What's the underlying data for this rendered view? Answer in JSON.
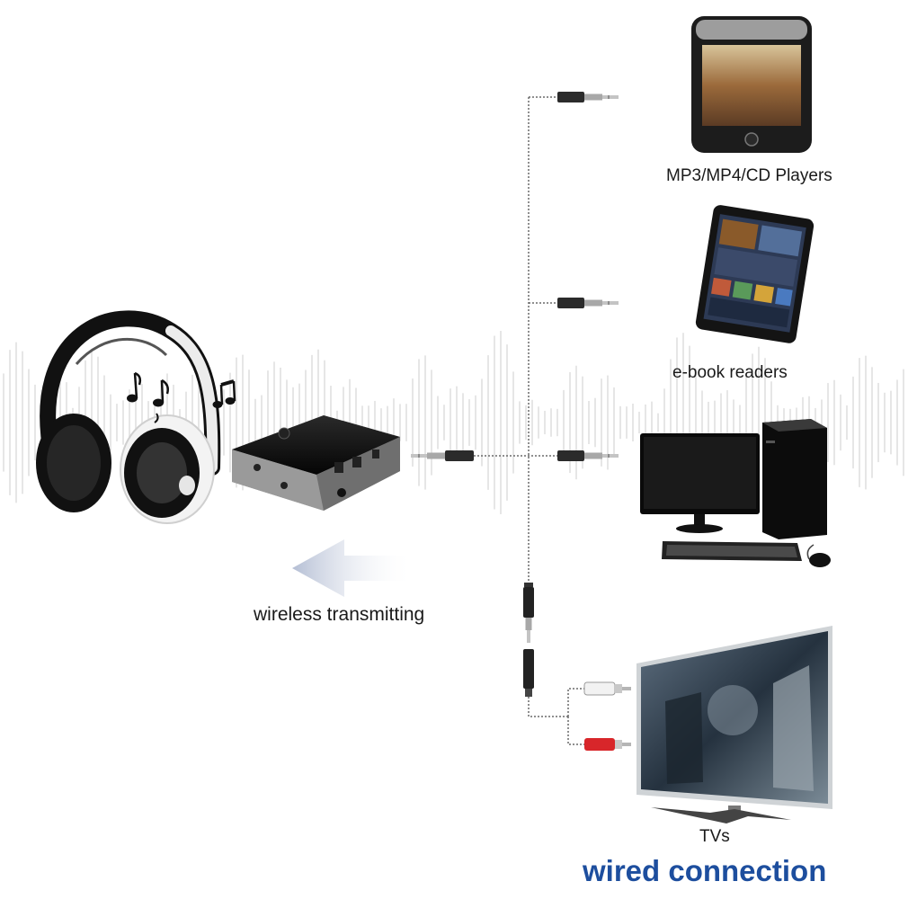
{
  "labels": {
    "mp3": "MP3/MP4/CD Players",
    "ebook": "e-book readers",
    "tv": "TVs",
    "wireless": "wireless transmitting",
    "wired": "wired connection"
  },
  "colors": {
    "accent_blue": "#1d4e9e",
    "cable": "#666666",
    "rca_white": "#f2f2f2",
    "rca_red": "#d8262a",
    "arrow": "#b9c3d8"
  },
  "icons": {
    "headphones": "headphones-icon",
    "transmitter": "bluetooth-transmitter-icon",
    "mp3_player": "mp3-player-icon",
    "tablet": "tablet-icon",
    "computer": "desktop-computer-icon",
    "tv": "tv-icon",
    "music_notes": "music-note-icon"
  }
}
